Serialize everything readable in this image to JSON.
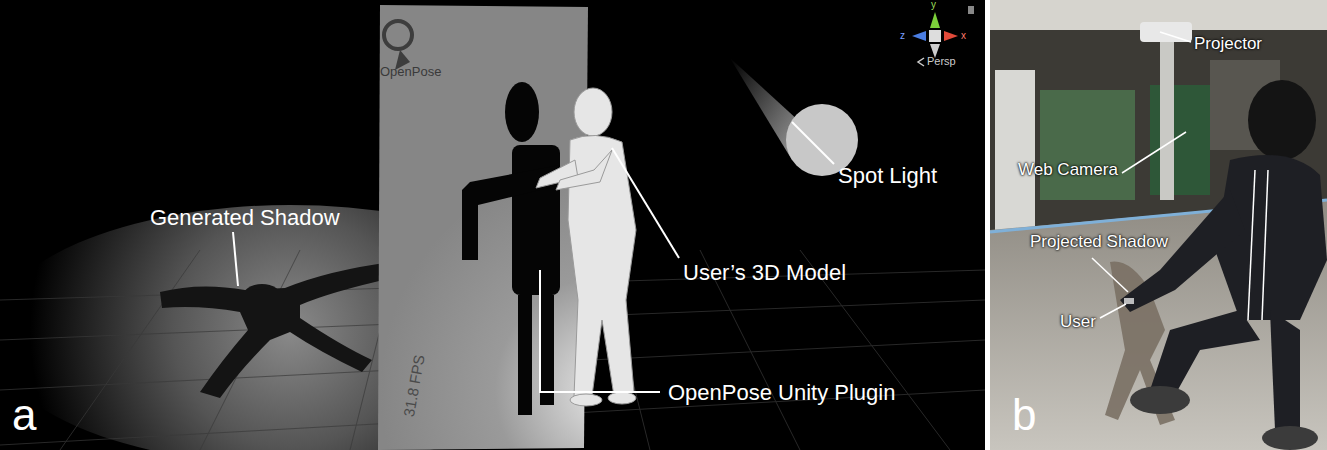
{
  "diagram": {
    "labels": [
      "OpenPose",
      "Generated Shadow",
      "31.8 FPS",
      "User’s 3D Model",
      "OpenPose Unity Plugin",
      "Spot Light",
      "y",
      "z",
      "x",
      "Persp",
      "a",
      "Projector",
      "Web Camera",
      "Projected Shadow",
      "User",
      "b"
    ]
  }
}
